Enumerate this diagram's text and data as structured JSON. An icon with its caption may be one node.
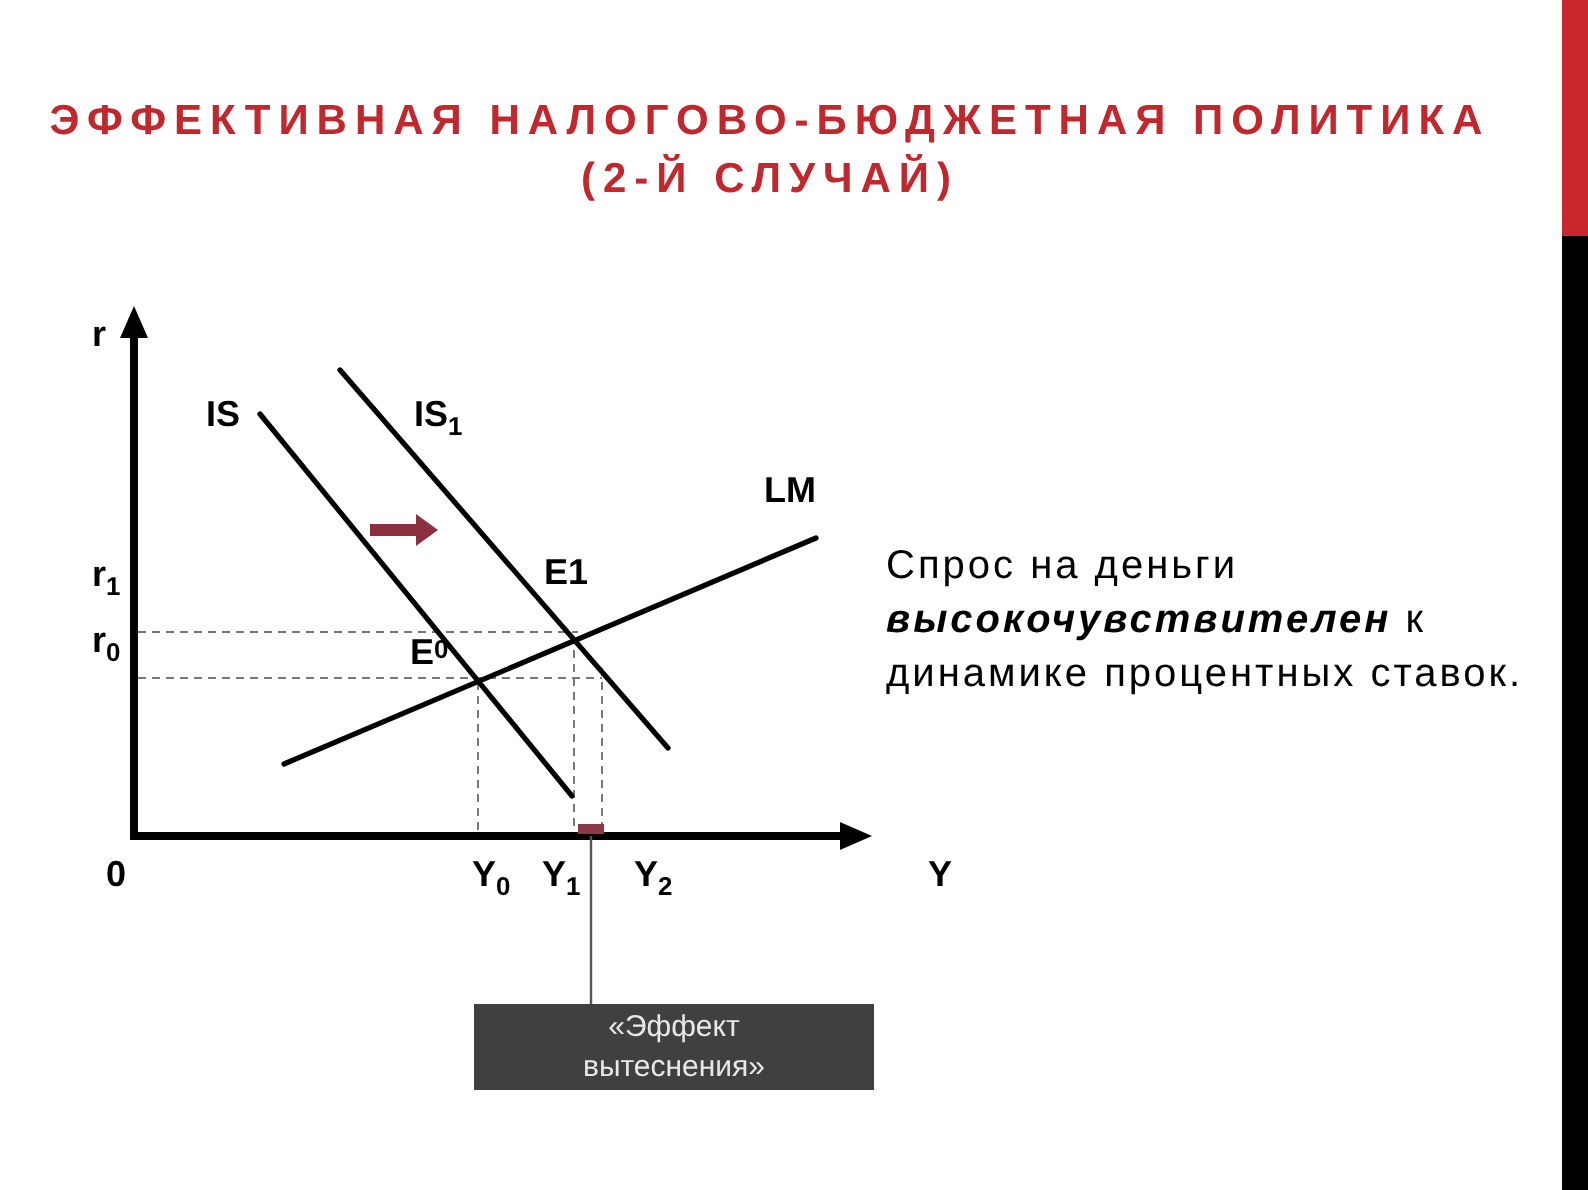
{
  "diagram": {
    "title": "ЭФФЕКТИВНАЯ НАЛОГОВО-БЮДЖЕТНАЯ ПОЛИТИКА (2-Й СЛУЧАЙ)",
    "nodes": [
      {
        "text": [
          "«Эффект вытеснения»"
        ]
      },
      {
        "text": [],
        "shape": "bar"
      }
    ],
    "edges": [
      {
        "from": 0,
        "to": 1,
        "arrow": "none"
      }
    ],
    "labels": [
      "r",
      "IS",
      "IS$_{1}$",
      "LM",
      "r$_{1}$",
      "E1",
      "Спрос на деньги **высокочувствителен** к динамике процентных ставок.",
      "r$_{0}$",
      "E$^{0}$",
      "0",
      "Y$_{0}$",
      "Y$_{1}$",
      "Y$_{2}$",
      "Y"
    ]
  }
}
